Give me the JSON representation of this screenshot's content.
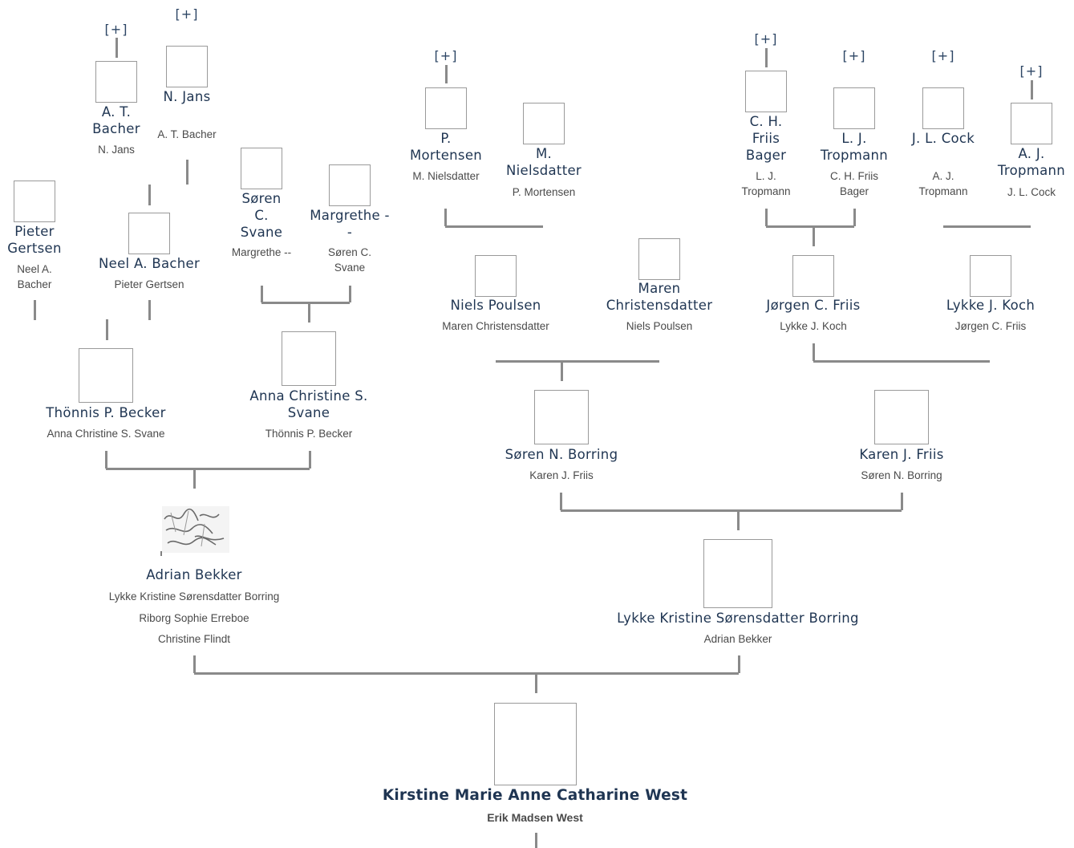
{
  "expand_label": "[+]",
  "people": {
    "root": {
      "name": "Kirstine Marie Anne Catharine West",
      "spouses": [
        "Erik Madsen West"
      ]
    },
    "adrian": {
      "name": "Adrian Bekker",
      "spouses": [
        "Lykke Kristine Sørensdatter Borring",
        "Riborg Sophie Erreboe",
        "Christine Flindt"
      ]
    },
    "lykke_kristine": {
      "name": "Lykke Kristine Sørensdatter Borring",
      "spouses": [
        "Adrian Bekker"
      ]
    },
    "thonnis": {
      "name": "Thönnis P. Becker",
      "spouses": [
        "Anna Christine S. Svane"
      ]
    },
    "anna_christine": {
      "name": "Anna Christine S. Svane",
      "spouses": [
        "Thönnis P. Becker"
      ]
    },
    "soren_borring": {
      "name": "Søren N. Borring",
      "spouses": [
        "Karen J. Friis"
      ]
    },
    "karen_friis": {
      "name": "Karen J. Friis",
      "spouses": [
        "Søren N. Borring"
      ]
    },
    "pieter": {
      "name": "Pieter Gertsen",
      "spouses": [
        "Neel A. Bacher"
      ]
    },
    "neel": {
      "name": "Neel A. Bacher",
      "spouses": [
        "Pieter Gertsen"
      ]
    },
    "soren_svane": {
      "name": "Søren C. Svane",
      "spouses": [
        "Margrethe --"
      ]
    },
    "margrethe": {
      "name": "Margrethe --",
      "spouses": [
        "Søren C. Svane"
      ]
    },
    "niels": {
      "name": "Niels Poulsen",
      "spouses": [
        "Maren Christensdatter"
      ]
    },
    "maren": {
      "name": "Maren Christensdatter",
      "spouses": [
        "Niels Poulsen"
      ]
    },
    "jorgen": {
      "name": "Jørgen C. Friis",
      "spouses": [
        "Lykke J. Koch"
      ]
    },
    "lykke_koch": {
      "name": "Lykke J. Koch",
      "spouses": [
        "Jørgen C. Friis"
      ]
    },
    "at_bacher": {
      "name": "A. T. Bacher",
      "spouses": [
        "N. Jans"
      ]
    },
    "n_jans": {
      "name": "N. Jans",
      "spouses": [
        "A. T. Bacher"
      ]
    },
    "p_mortensen": {
      "name": "P. Mortensen",
      "spouses": [
        "M. Nielsdatter"
      ]
    },
    "m_nielsdatter": {
      "name": "M. Nielsdatter",
      "spouses": [
        "P. Mortensen"
      ]
    },
    "ch_friis": {
      "name": "C. H. Friis Bager",
      "spouses": [
        "L. J. Tropmann"
      ]
    },
    "lj_tropmann": {
      "name": "L. J. Tropmann",
      "spouses": [
        "C. H. Friis Bager"
      ]
    },
    "jl_cock": {
      "name": "J. L. Cock",
      "spouses": [
        "A. J. Tropmann"
      ]
    },
    "aj_tropmann": {
      "name": "A. J. Tropmann",
      "spouses": [
        "J. L. Cock"
      ]
    }
  }
}
